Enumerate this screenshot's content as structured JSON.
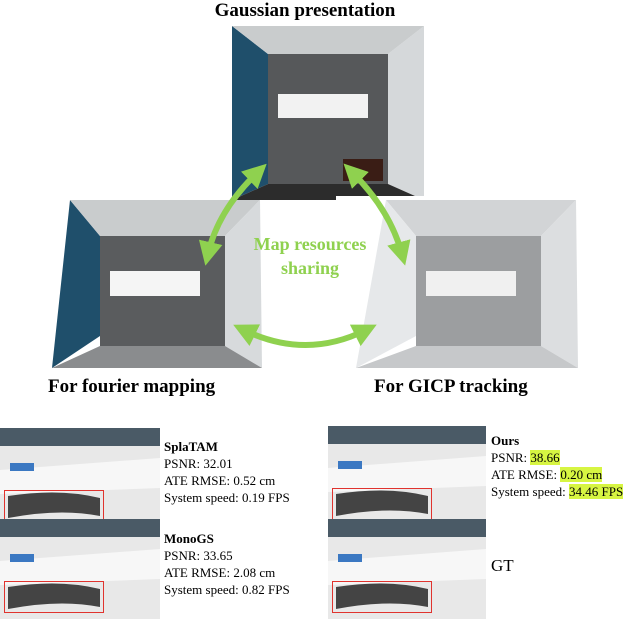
{
  "figure": {
    "top_title": "Gaussian presentation",
    "left_caption": "For fourier mapping",
    "right_caption": "For GICP tracking",
    "center_line1": "Map resources",
    "center_line2": "sharing"
  },
  "methods": [
    {
      "name": "SplaTAM",
      "psnr": "PSNR: 32.01",
      "ate": "ATE RMSE: 0.52 cm",
      "speed": "System speed:  0.19 FPS"
    },
    {
      "name": "MonoGS",
      "psnr": "PSNR: 33.65",
      "ate": "ATE RMSE: 2.08 cm",
      "speed": "System speed:  0.82 FPS"
    }
  ],
  "ours": {
    "name": "Ours",
    "psnr_label": "PSNR: ",
    "psnr_value": "38.66",
    "ate_label": "ATE RMSE: ",
    "ate_value": "0.20 cm",
    "speed_label": "System speed: ",
    "speed_value": "34.46 FPS"
  },
  "gt_label": "GT",
  "colors": {
    "arrow": "#8fd14f",
    "highlight": "#d7f542",
    "box": "#e0332e",
    "wall": "#1f4f6b"
  }
}
